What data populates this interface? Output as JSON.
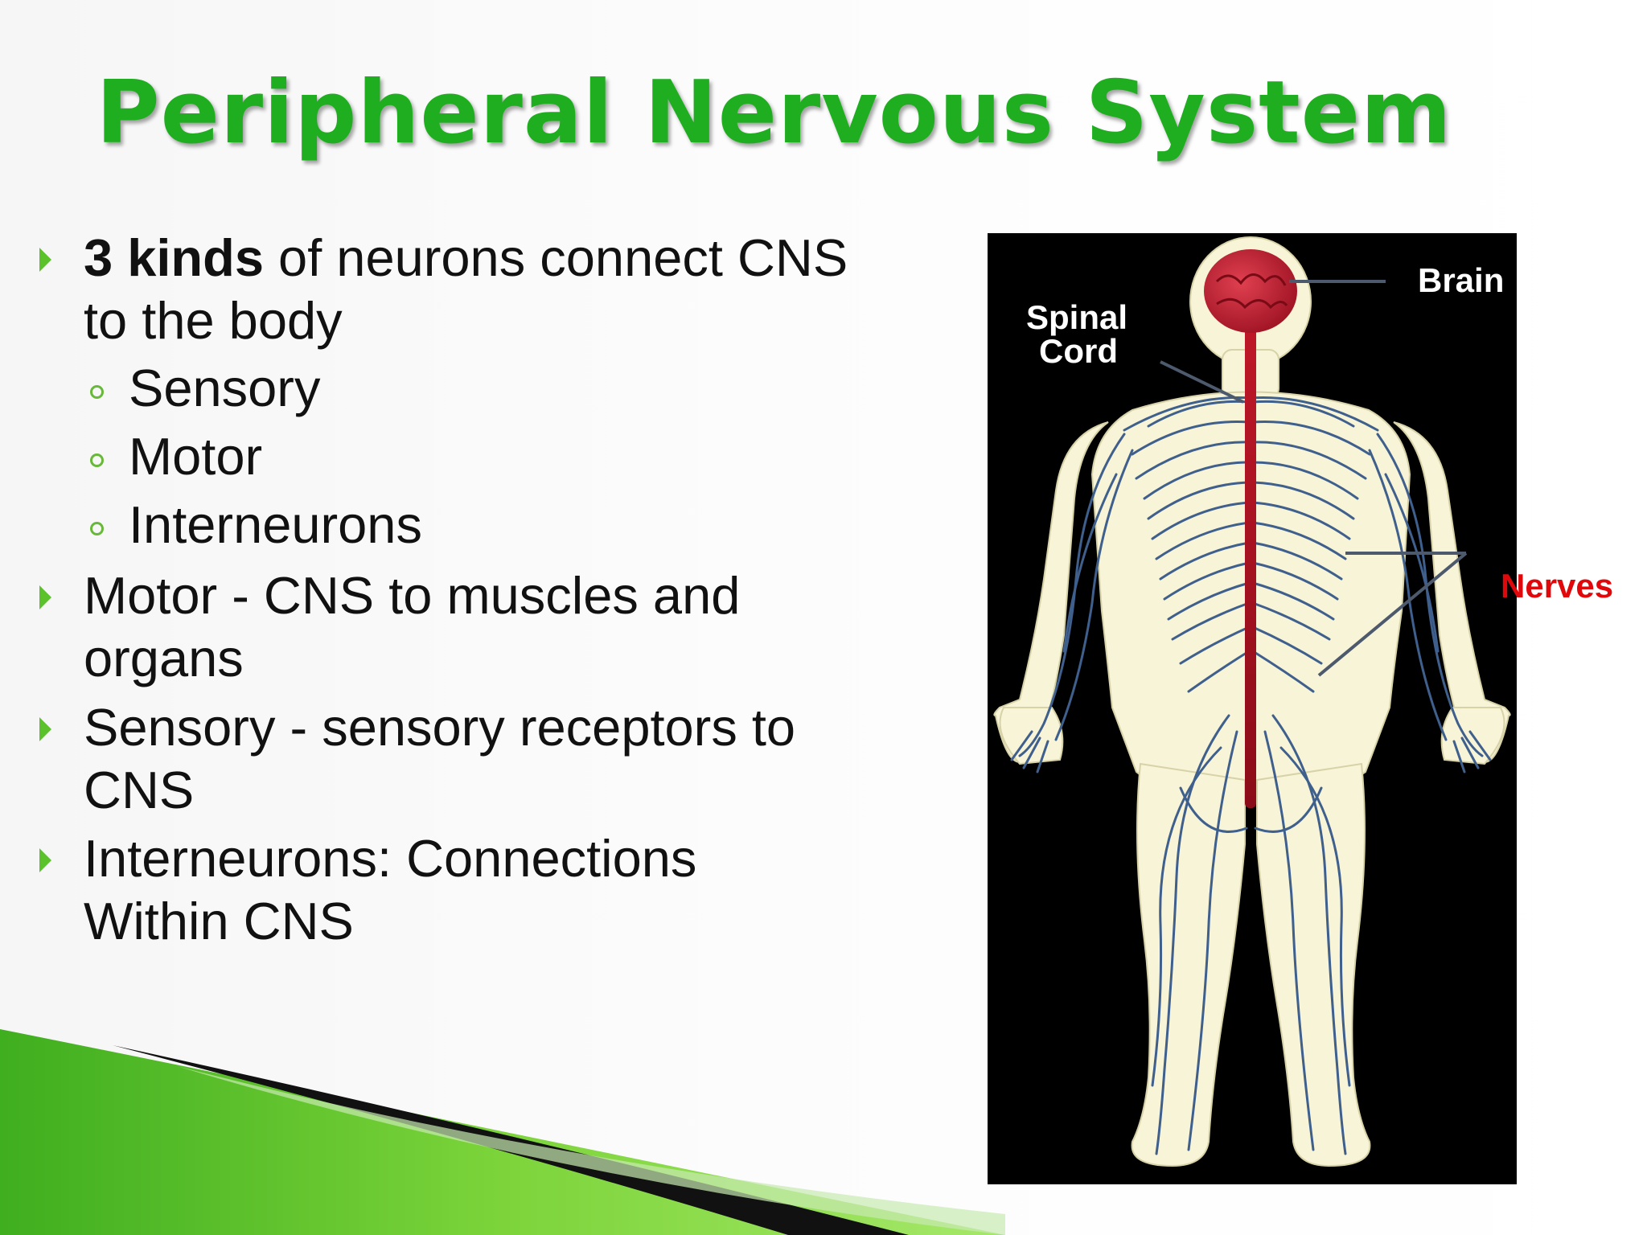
{
  "title": "Peripheral Nervous System",
  "bullets": {
    "b1": {
      "bold": "3 kinds",
      "rest_line1": " of neurons connect CNS",
      "line2": "to the body"
    },
    "sub": [
      "Sensory",
      "Motor",
      "Interneurons"
    ],
    "b2": {
      "line1": "Motor  - CNS to muscles and",
      "line2": "organs"
    },
    "b3": {
      "line1": "Sensory  - sensory receptors to",
      "line2": "CNS"
    },
    "b4": {
      "line1": "Interneurons:  Connections",
      "line2": "Within CNS"
    }
  },
  "figure": {
    "brain_label": "Brain",
    "spinal_label_line1": "Spinal",
    "spinal_label_line2": "Cord",
    "nerves_label": "Nerves"
  },
  "colors": {
    "title_green": "#1fae1f",
    "bullet_arrow": "#5cc22b",
    "nerve_blue": "#3f5f8c",
    "spine_red": "#b01020",
    "body_cream": "#f7f4d8",
    "nerves_label_red": "#e0080a"
  }
}
